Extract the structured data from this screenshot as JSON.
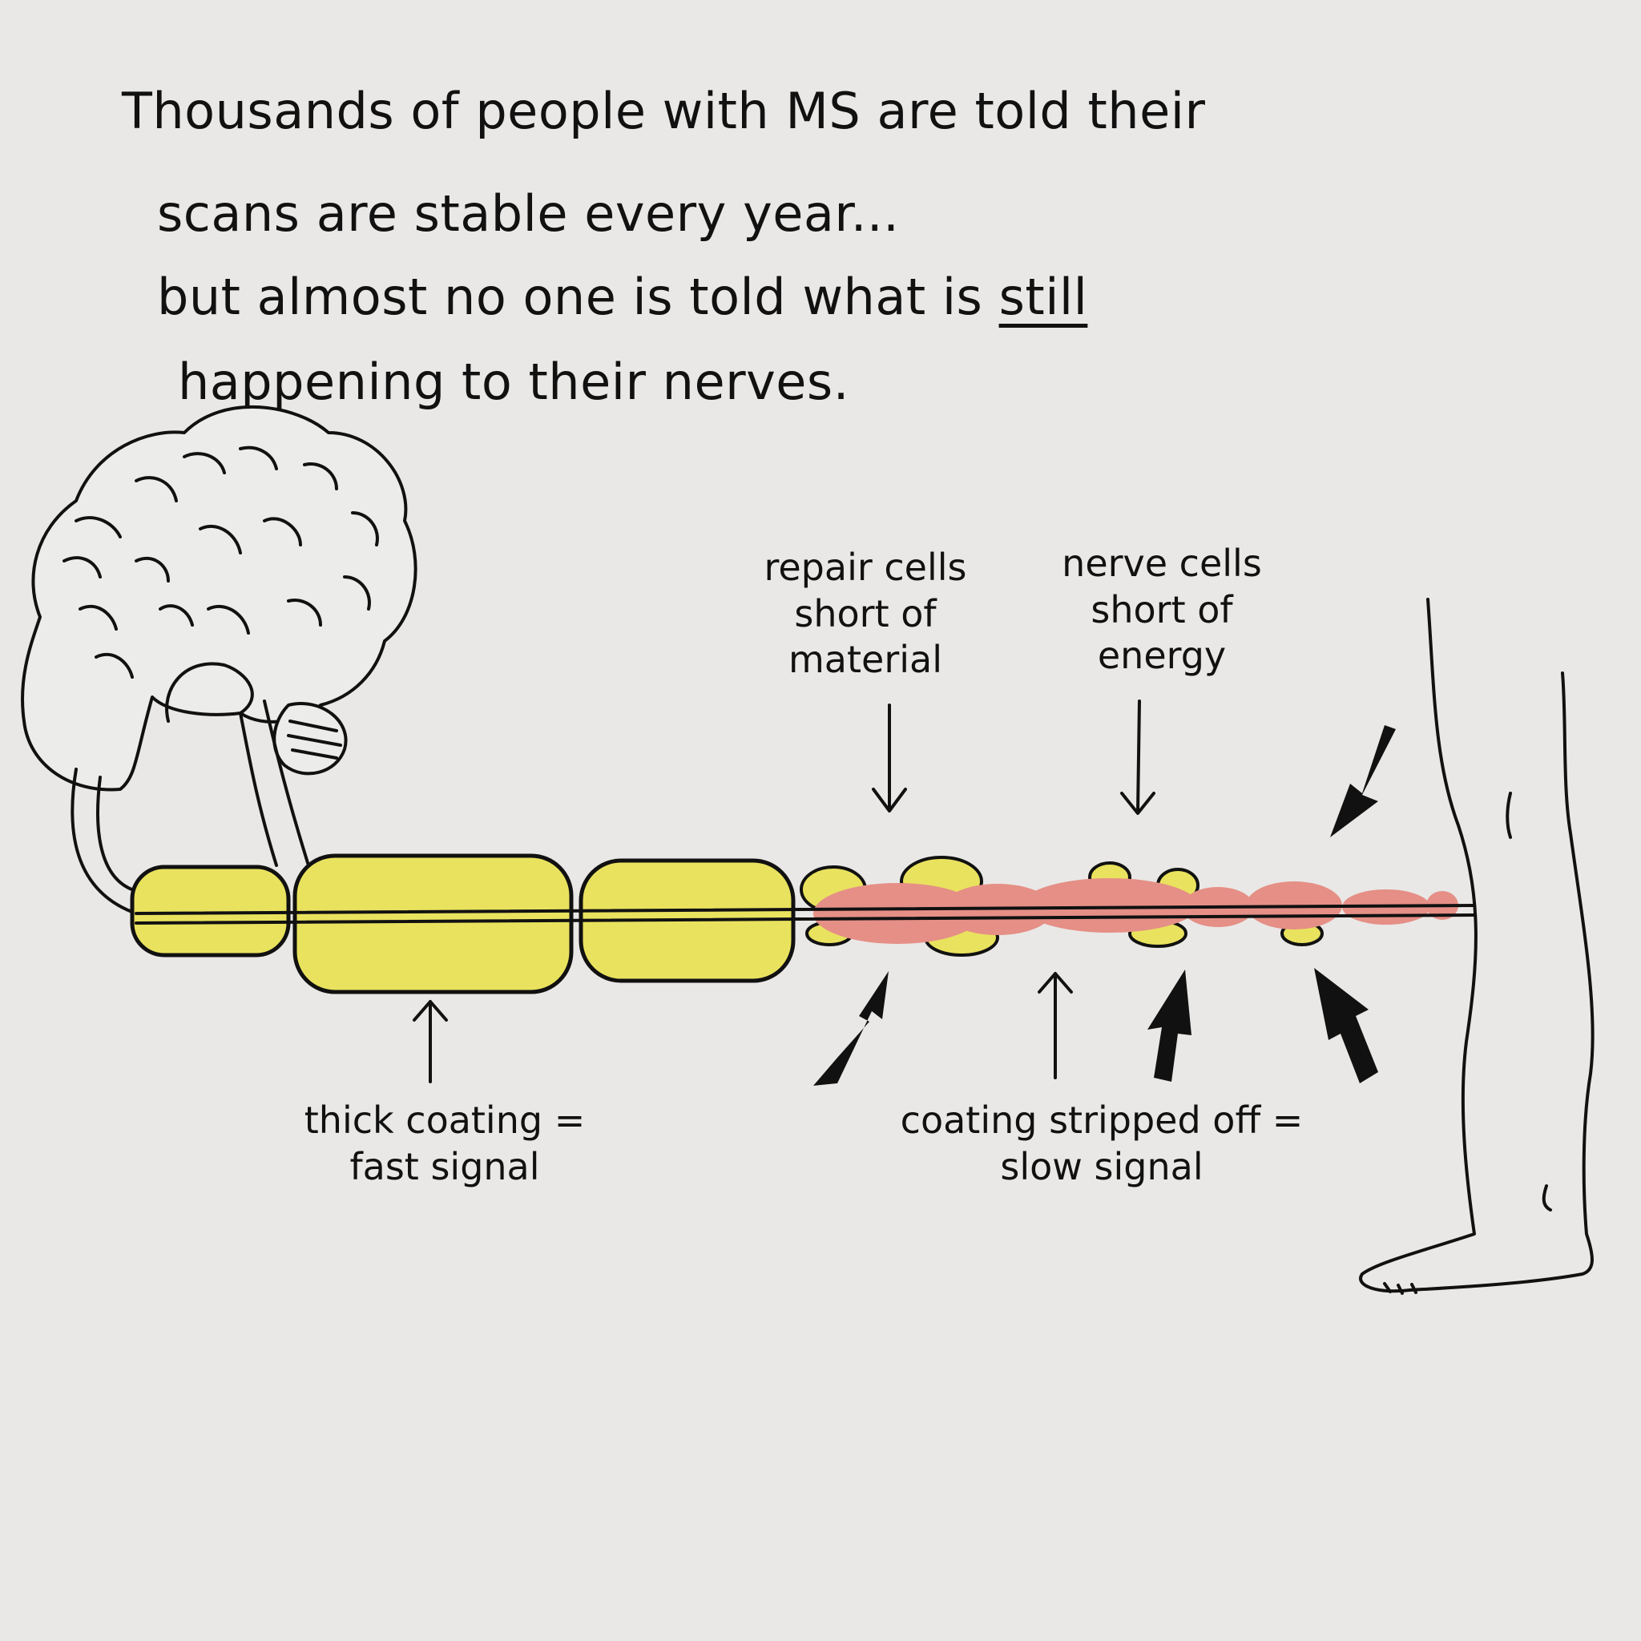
{
  "headline": {
    "line1": "Thousands of people with MS are told their",
    "line2": "scans are stable every year...",
    "line3_before": "but almost no one is told what is ",
    "line3_emphasis": "still",
    "line4": "happening to their nerves."
  },
  "labels": {
    "repair_cells": [
      "repair cells",
      "short of",
      "material"
    ],
    "nerve_cells": [
      "nerve cells",
      "short of",
      "energy"
    ],
    "thick_coating": [
      "thick coating =",
      "fast signal"
    ],
    "coating_stripped": [
      "coating stripped off =",
      "slow signal"
    ]
  },
  "colors": {
    "background": "#e9e8e6",
    "ink": "#111111",
    "myelin": "#e9e25e",
    "inflammation": "#e58f86"
  },
  "icons": [
    "brain-icon",
    "leg-icon",
    "down-arrow-icon",
    "up-arrow-icon",
    "bold-attack-arrow-icon"
  ]
}
